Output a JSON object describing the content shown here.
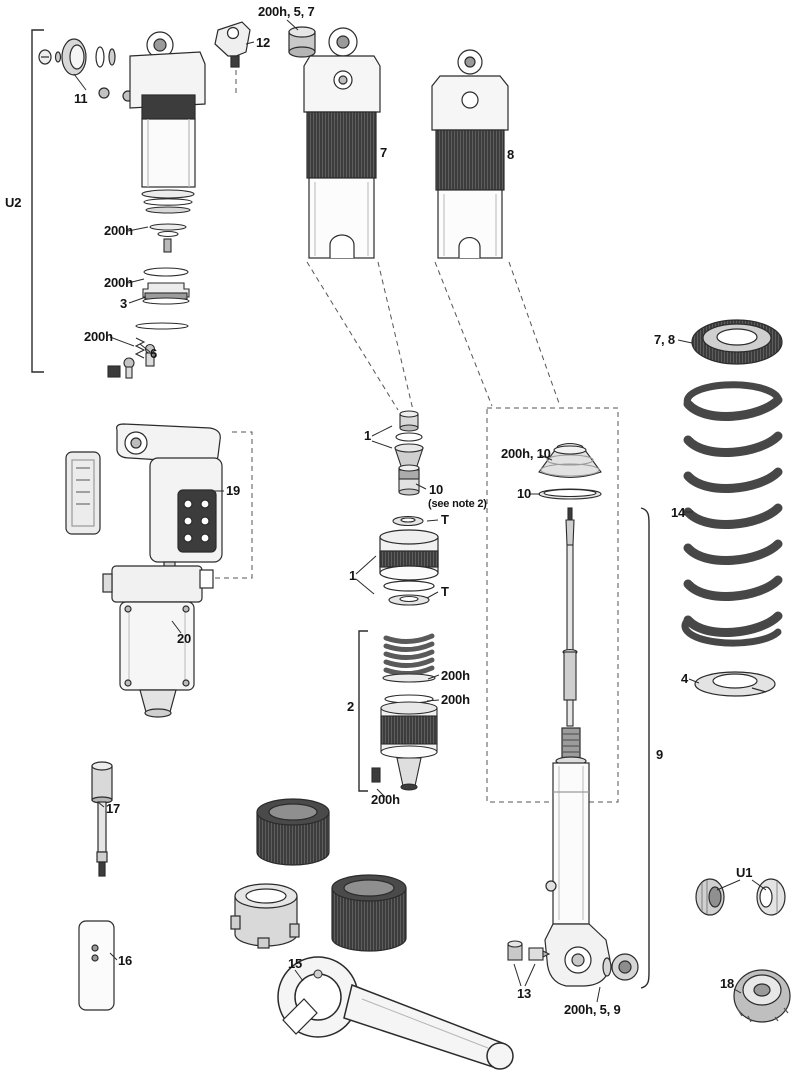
{
  "diagram": {
    "figure": "rear-shock-exploded-parts-diagram",
    "colors": {
      "ink": "#2b2b2b",
      "dark_fill": "#3c3c3c",
      "background": "#ffffff"
    },
    "callouts": [
      {
        "id": "c0",
        "text": "200h, 5, 7"
      },
      {
        "id": "c1",
        "text": "12"
      },
      {
        "id": "c2",
        "text": "11"
      },
      {
        "id": "c3",
        "text": "U2"
      },
      {
        "id": "c4",
        "text": "200h"
      },
      {
        "id": "c5",
        "text": "200h"
      },
      {
        "id": "c6",
        "text": "3"
      },
      {
        "id": "c7",
        "text": "200h"
      },
      {
        "id": "c8",
        "text": "6"
      },
      {
        "id": "c9",
        "text": "7"
      },
      {
        "id": "c10",
        "text": "8"
      },
      {
        "id": "c11",
        "text": "7, 8"
      },
      {
        "id": "c12",
        "text": "1"
      },
      {
        "id": "c13",
        "text": "10"
      },
      {
        "id": "c14",
        "text": "(see note 2)"
      },
      {
        "id": "c15",
        "text": "T"
      },
      {
        "id": "c16",
        "text": "1"
      },
      {
        "id": "c17",
        "text": "T"
      },
      {
        "id": "c18",
        "text": "200h, 10"
      },
      {
        "id": "c19",
        "text": "10"
      },
      {
        "id": "c20",
        "text": "14"
      },
      {
        "id": "c21",
        "text": "2"
      },
      {
        "id": "c22",
        "text": "200h"
      },
      {
        "id": "c23",
        "text": "200h"
      },
      {
        "id": "c24",
        "text": "200h"
      },
      {
        "id": "c25",
        "text": "4"
      },
      {
        "id": "c26",
        "text": "9"
      },
      {
        "id": "c27",
        "text": "19"
      },
      {
        "id": "c28",
        "text": "20"
      },
      {
        "id": "c29",
        "text": "17"
      },
      {
        "id": "c30",
        "text": "16"
      },
      {
        "id": "c31",
        "text": "15"
      },
      {
        "id": "c32",
        "text": "13"
      },
      {
        "id": "c33",
        "text": "200h, 5, 9"
      },
      {
        "id": "c34",
        "text": "U1"
      },
      {
        "id": "c35",
        "text": "18"
      }
    ]
  }
}
